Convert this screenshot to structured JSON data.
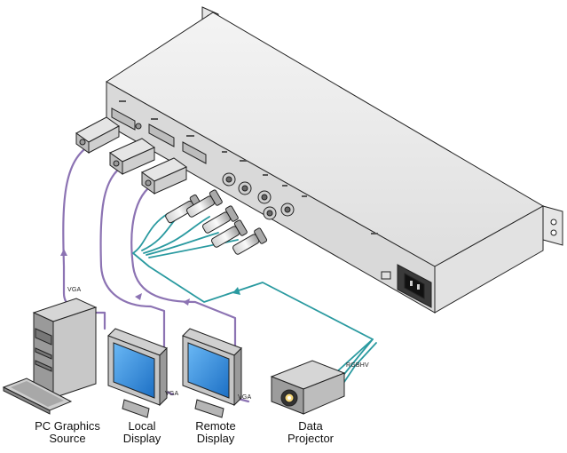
{
  "colors": {
    "chassis_top": "#e9e9e9",
    "chassis_back": "#dcdcdc",
    "vga_cable": "#8c73b3",
    "rgbhv_cable": "#2a9aa0",
    "monitor_screen": "#2f8fe6"
  },
  "icons": [
    "pc-tower-icon",
    "keyboard-icon",
    "monitor-icon",
    "projector-icon",
    "vga-connector-icon",
    "bnc-connector-icon",
    "power-inlet-icon"
  ],
  "cable_labels": {
    "vga_pc": "VGA",
    "vga_local": "VGA",
    "vga_remote": "VGA",
    "rgbhv": "RGBHV"
  },
  "devices": {
    "pc": {
      "line1": "PC Graphics",
      "line2": "Source"
    },
    "local": {
      "line1": "Local",
      "line2": "Display"
    },
    "remote": {
      "line1": "Remote",
      "line2": "Display"
    },
    "projector": {
      "line1": "Data",
      "line2": "Projector"
    }
  }
}
